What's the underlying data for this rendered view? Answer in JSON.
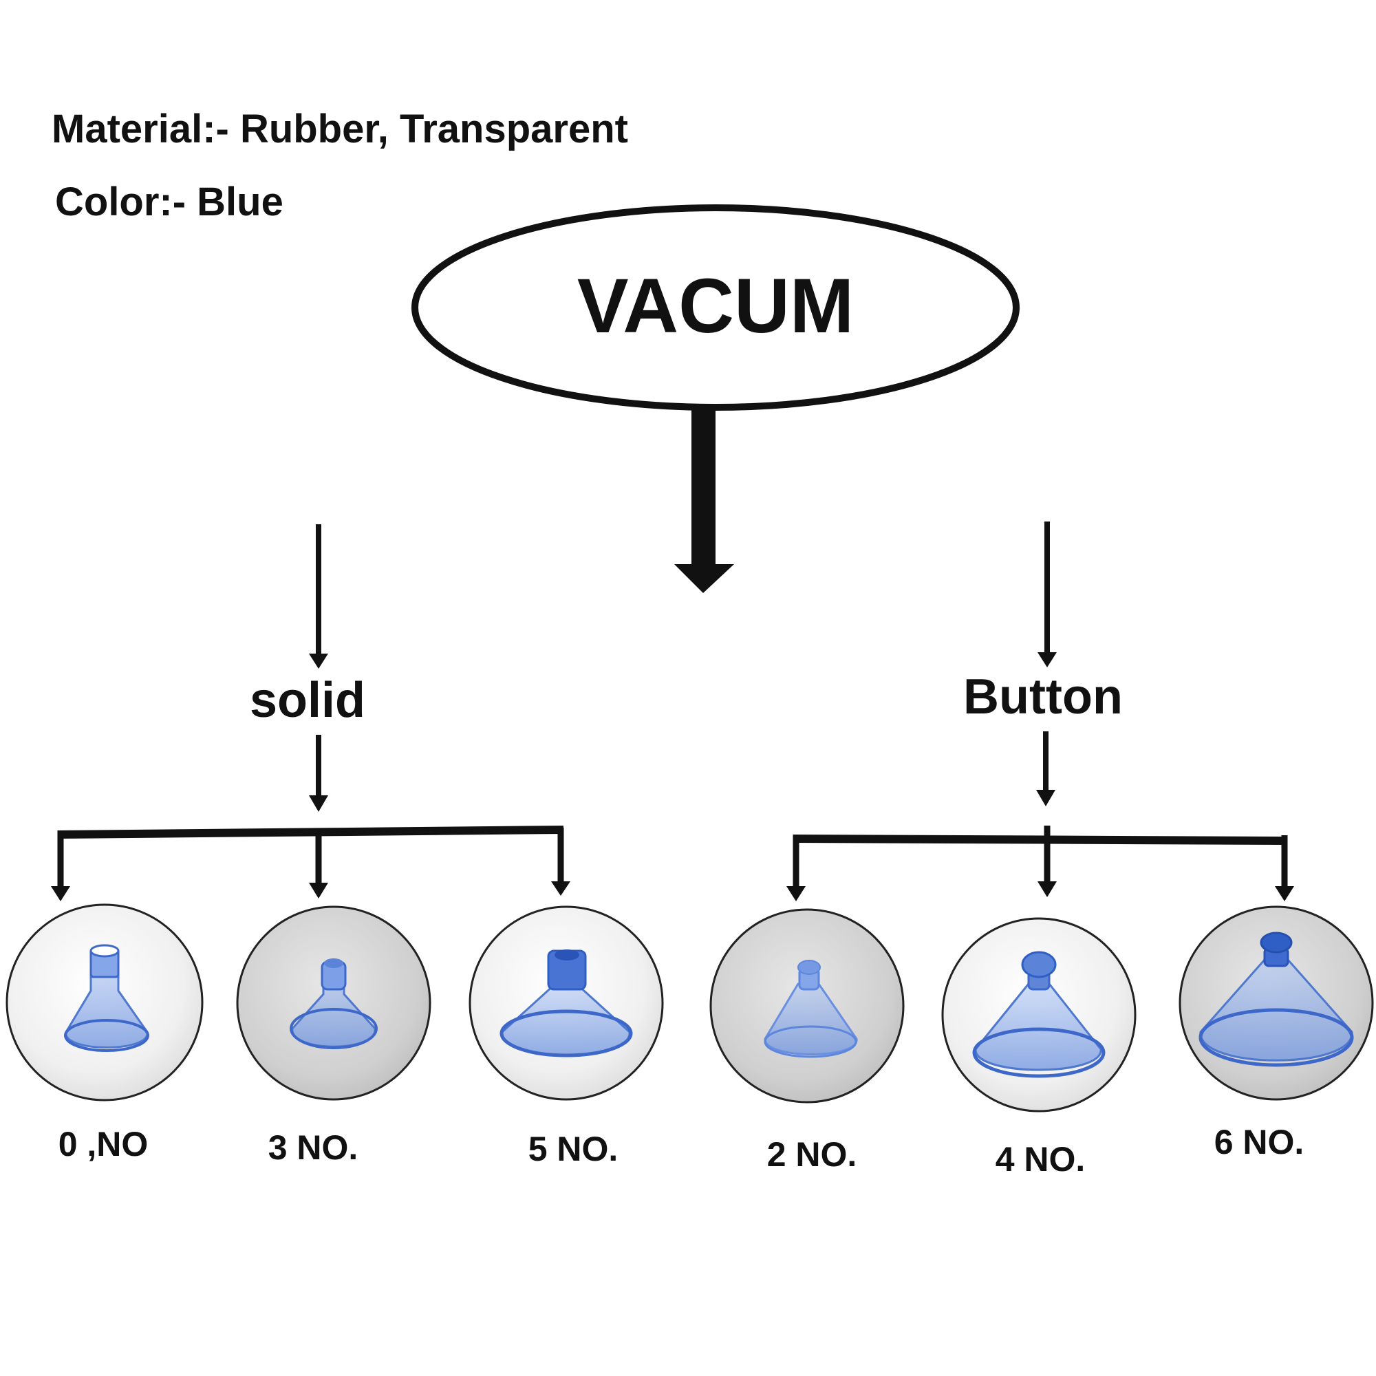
{
  "info": {
    "material": "Material:- Rubber, Transparent",
    "color": "Color:-  Blue"
  },
  "root": {
    "label": "VACUM"
  },
  "branches": {
    "solid": {
      "label": "solid",
      "items": [
        "0 ,NO",
        "3 NO.",
        "5 NO."
      ]
    },
    "button": {
      "label": "Button",
      "items": [
        "2 NO.",
        "4 NO.",
        "6 NO."
      ]
    }
  },
  "colors": {
    "ink": "#111111",
    "cup": "#5f86d6",
    "cup_dark": "#2f5fc4",
    "disc_light": "#f1f1f1",
    "disc_mid": "#cfcfcf"
  },
  "icons": [
    "suction-cup-icon"
  ]
}
